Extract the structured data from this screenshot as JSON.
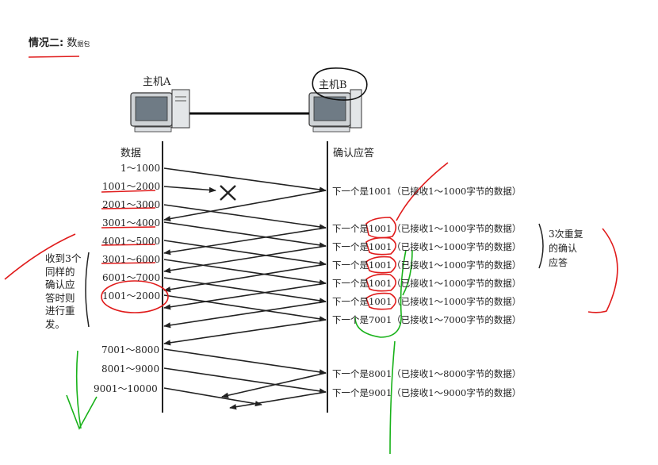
{
  "heading": {
    "bold": "情况二:",
    "rest": "数",
    "tail": "据包"
  },
  "hosts": {
    "a": "主机A",
    "b": "主机B"
  },
  "columns": {
    "left": "数据",
    "right": "确认应答"
  },
  "segments": [
    "1～1000",
    "1001～2000",
    "2001～3000",
    "3001～4000",
    "4001～5000",
    "3001～6000",
    "6001～7000",
    "1001～2000",
    "7001～8000",
    "8001～9000",
    "9001～10000"
  ],
  "acks": [
    "下一个是1001（已接收1～1000字节的数据）",
    "下一个是1001（已接收1～1000字节的数据）",
    "下一个是1001（已接收1～1000字节的数据）",
    "下一个是1001（已接收1～1000字节的数据）",
    "下一个是1001（已接收1～1000字节的数据）",
    "下一个是1001（已接收1～1000字节的数据）",
    "下一个是7001（已接收1～7000字节的数据）",
    "下一个是8001（已接收1～8000字节的数据）",
    "下一个是9001（已接收1～9000字节的数据）"
  ],
  "note_right": [
    "3次重复",
    "的确认",
    "应答"
  ],
  "note_left": [
    "收到3个",
    "同样的",
    "确认应",
    "答时则",
    "进行重",
    "发。"
  ],
  "colors": {
    "ink": "#222222",
    "annot_red": "#e01b1b",
    "annot_green": "#19b21a"
  }
}
